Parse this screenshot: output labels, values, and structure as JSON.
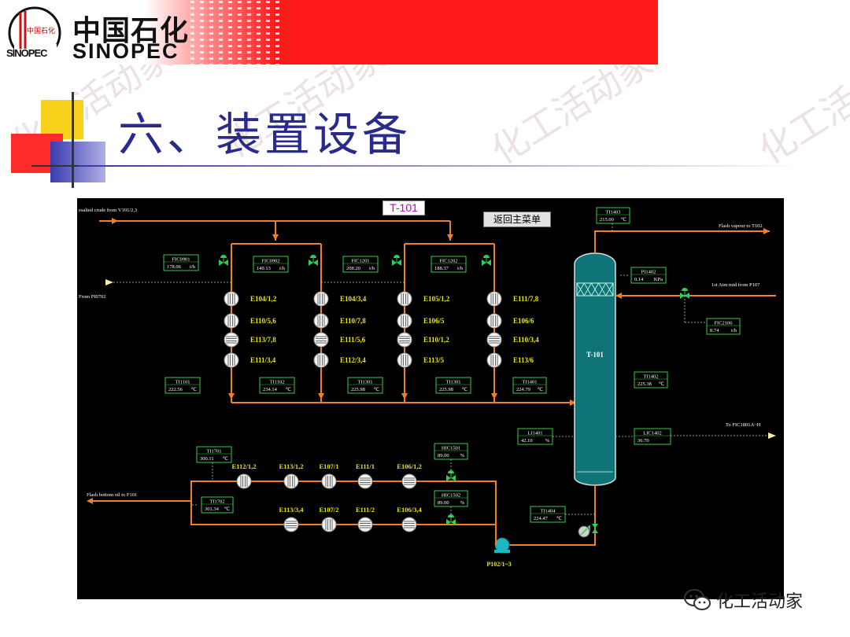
{
  "header": {
    "logo_mark_text": "中国石化",
    "logo_mark_initials": "SINOPEC",
    "logo_cn": "中国石化",
    "logo_en": "SINOPEC"
  },
  "slide": {
    "title": "六、装置设备"
  },
  "diagram": {
    "unit_tag": "T-101",
    "menu_button": "返回主菜单",
    "column_label": "T-101",
    "pump_label": "P102/1~3",
    "streams": {
      "inlet_crude": "esalted crude from V101/2,3",
      "from_pi": "From PI0702",
      "flash_vapor": "Flash vapour to T102",
      "atm_mid": "1st Atm mid from P107",
      "to_fic": "To FIC1801A~H",
      "flash_bottom": "Flash bottom oil to F101"
    },
    "instruments": [
      {
        "tag": "FIC0901",
        "value": "178.06",
        "unit": "t/h"
      },
      {
        "tag": "FIC0902",
        "value": "149.13",
        "unit": "t/h"
      },
      {
        "tag": "FIC1201",
        "value": "208.20",
        "unit": "t/h"
      },
      {
        "tag": "FIC1202",
        "value": "188.37",
        "unit": "t/h"
      },
      {
        "tag": "TI1403",
        "value": "215.00",
        "unit": "℃"
      },
      {
        "tag": "PI1402",
        "value": "0.14",
        "unit": "KPa"
      },
      {
        "tag": "FIC2106",
        "value": "8.74",
        "unit": "t/h"
      },
      {
        "tag": "TI1101",
        "value": "222.56",
        "unit": "℃"
      },
      {
        "tag": "TI1102",
        "value": "234.14",
        "unit": "℃"
      },
      {
        "tag": "TI1301",
        "value": "225.98",
        "unit": "℃"
      },
      {
        "tag": "TI1301",
        "value": "225.98",
        "unit": "℃"
      },
      {
        "tag": "TI1401",
        "value": "224.79",
        "unit": "℃"
      },
      {
        "tag": "TI1402",
        "value": "225.38",
        "unit": "℃"
      },
      {
        "tag": "LI1401",
        "value": "42.10",
        "unit": "%"
      },
      {
        "tag": "LIC1402",
        "value": "36.70",
        "unit": ""
      },
      {
        "tag": "TI1701",
        "value": "300.11",
        "unit": "℃"
      },
      {
        "tag": "TI1702",
        "value": "301.34",
        "unit": "℃"
      },
      {
        "tag": "HIC1501",
        "value": "89.00",
        "unit": "%"
      },
      {
        "tag": "HIC1502",
        "value": "89.00",
        "unit": "%"
      },
      {
        "tag": "TI1404",
        "value": "224.47",
        "unit": "℃"
      }
    ],
    "exchangers_top": [
      [
        "E104/1,2",
        "E110/5,6",
        "E113/7,8",
        "E111/3,4"
      ],
      [
        "E104/3,4",
        "E110/7,8",
        "E111/5,6",
        "E112/3,4"
      ],
      [
        "E105/1,2",
        "E106/5",
        "E110/1,2",
        "E113/5"
      ],
      [
        "E111/7,8",
        "E106/6",
        "E110/3,4",
        "E113/6"
      ]
    ],
    "exchangers_bottom_row1": [
      "E112/1,2",
      "E113/1,2",
      "E107/1",
      "E111/1",
      "E106/1,2"
    ],
    "exchangers_bottom_row2": [
      "E113/3,4",
      "E107/2",
      "E111/2",
      "E106/3,4"
    ]
  },
  "watermark": "化工活动家",
  "footer": {
    "wechat_label": "化工活动家"
  },
  "colors": {
    "pipe": "#f07f2a",
    "instrument_border": "#3cc84a",
    "exchanger_label": "#e8e800",
    "column": "#0e7478",
    "title": "#2a2a8c",
    "header_red": "#ff1a1a"
  }
}
